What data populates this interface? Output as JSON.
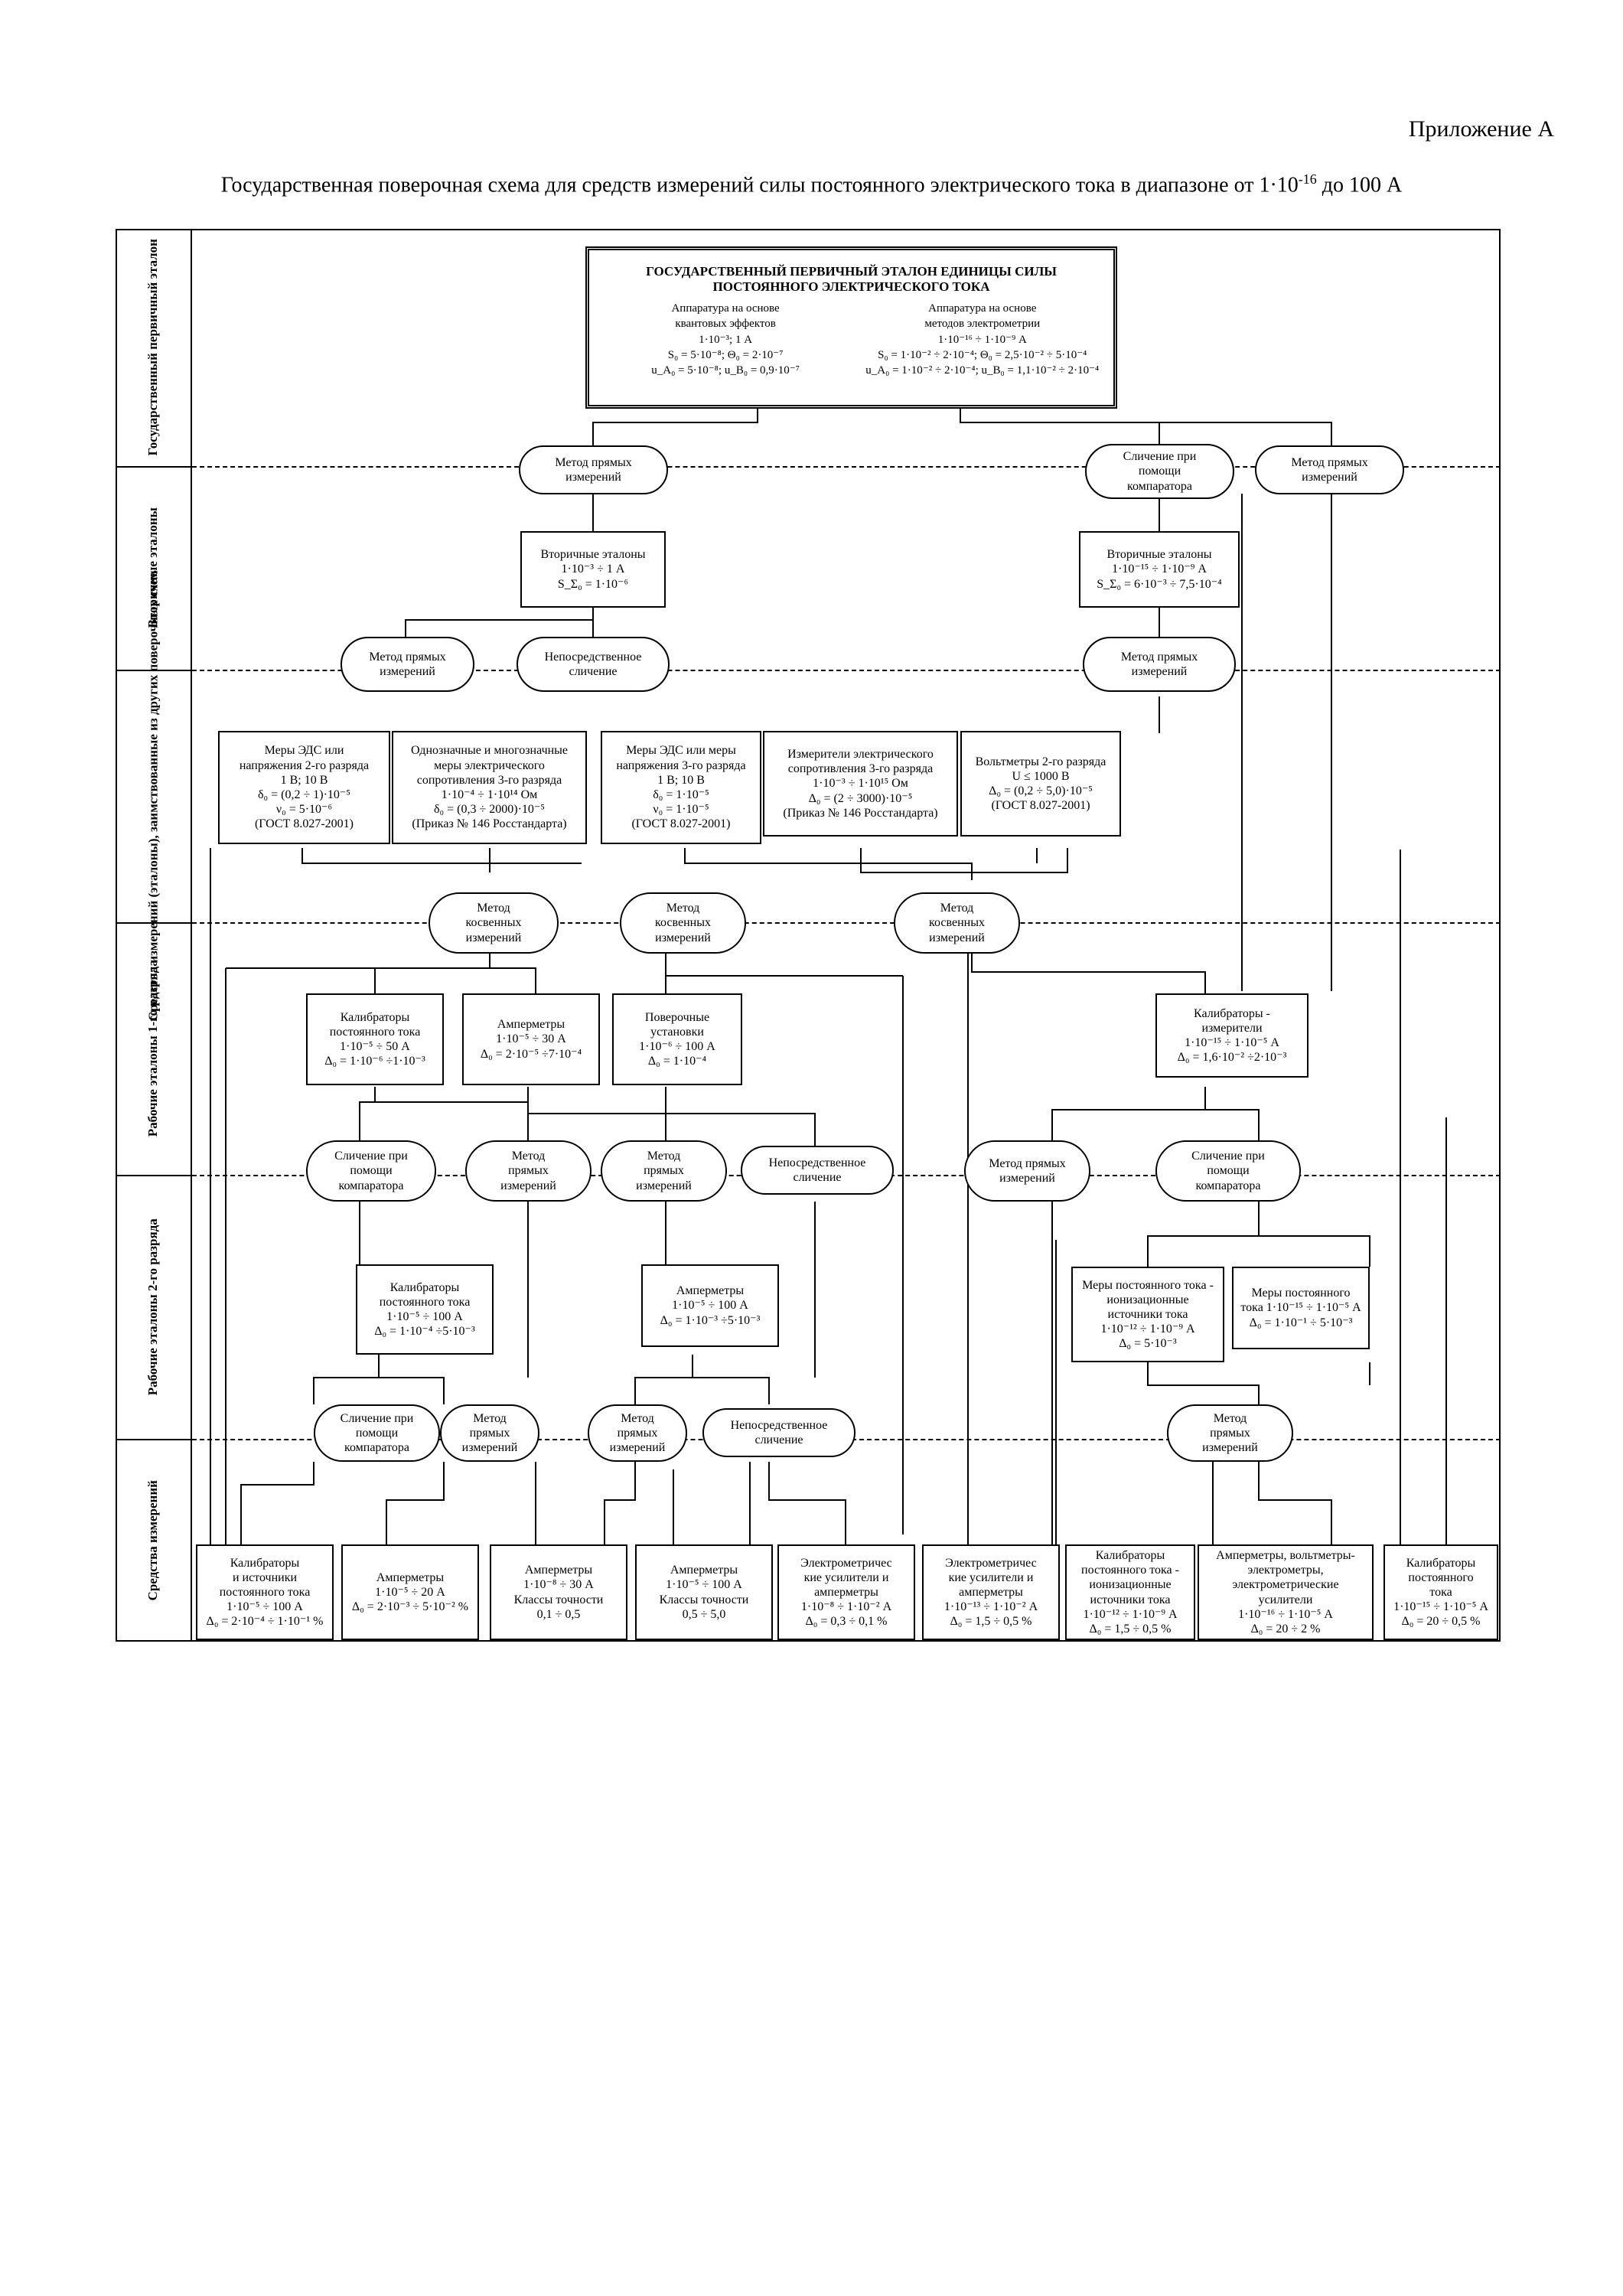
{
  "header": {
    "appendix": "Приложение А",
    "title_main": "Государственная поверочная схема для средств измерений силы постоянного электрического тока в диапазоне от 1·10",
    "title_exp": "-16",
    "title_tail": " до 100 А"
  },
  "bands": [
    {
      "label": "Государственный первичный\nэталон"
    },
    {
      "label": "Вторичные эталоны"
    },
    {
      "label": "Средства измерений (эталоны),\nзаимствованные из других\nповерочных схем"
    },
    {
      "label": "Рабочие эталоны 1-го разряда"
    },
    {
      "label": "Рабочие эталоны 2-го разряда"
    },
    {
      "label": "Средства измерений"
    }
  ],
  "primary": {
    "title": "ГОСУДАРСТВЕННЫЙ ПЕРВИЧНЫЙ ЭТАЛОН ЕДИНИЦЫ СИЛЫ\nПОСТОЯННОГО ЭЛЕКТРИЧЕСКОГО ТОКА",
    "left": "Аппаратура на основе\nквантовых эффектов\n1·10⁻³; 1 А\nS₀ = 5·10⁻⁸; Θ₀ = 2·10⁻⁷\nu_A₀ = 5·10⁻⁸; u_B₀ = 0,9·10⁻⁷",
    "right": "Аппаратура на основе\nметодов электрометрии\n1·10⁻¹⁶ ÷ 1·10⁻⁹ А\nS₀ = 1·10⁻² ÷ 2·10⁻⁴; Θ₀ = 2,5·10⁻² ÷ 5·10⁻⁴\nu_A₀ = 1·10⁻² ÷ 2·10⁻⁴; u_B₀ = 1,1·10⁻² ÷ 2·10⁻⁴"
  },
  "methods": {
    "m1": "Метод прямых\nизмерений",
    "m2": "Сличение при\nпомощи\nкомпаратора",
    "m3": "Метод прямых\nизмерений",
    "m4": "Метод прямых\nизмерений",
    "m5": "Непосредственное\nсличение",
    "m6": "Метод прямых\nизмерений",
    "m7": "Метод\nкосвенных\nизмерений",
    "m8": "Метод\nкосвенных\nизмерений",
    "m9": "Метод\nкосвенных\nизмерений",
    "m10": "Сличение при\nпомощи\nкомпаратора",
    "m11": "Метод\nпрямых\nизмерений",
    "m12": "Метод\nпрямых\nизмерений",
    "m13": "Непосредственное\nсличение",
    "m14": "Метод прямых\nизмерений",
    "m15": "Сличение при\nпомощи\nкомпаратора",
    "m16": "Сличение при\nпомощи\nкомпаратора",
    "m17": "Метод\nпрямых\nизмерений",
    "m18": "Метод\nпрямых\nизмерений",
    "m19": "Непосредственное\nсличение",
    "m20": "Метод\nпрямых\nизмерений"
  },
  "boxes": {
    "sec1": "Вторичные эталоны\n1·10⁻³ ÷ 1 А\nS_Σ₀ = 1·10⁻⁶",
    "sec2": "Вторичные эталоны\n1·10⁻¹⁵ ÷ 1·10⁻⁹ А\nS_Σ₀ = 6·10⁻³ ÷ 7,5·10⁻⁴",
    "b1": "Меры ЭДС или\nнапряжения 2-го разряда\n1 В; 10 В\nδ₀ = (0,2 ÷ 1)·10⁻⁵\nν₀ = 5·10⁻⁶\n(ГОСТ 8.027-2001)",
    "b2": "Однозначные и многозначные\nмеры электрического\nсопротивления 3-го разряда\n1·10⁻⁴ ÷ 1·10¹⁴ Ом\nδ₀ = (0,3 ÷ 2000)·10⁻⁵\n(Приказ № 146 Росстандарта)",
    "b3": "Меры ЭДС или меры\nнапряжения 3-го разряда\n1 В; 10 В\nδ₀ = 1·10⁻⁵\nν₀ = 1·10⁻⁵\n(ГОСТ 8.027-2001)",
    "b4": "Измерители электрического\nсопротивления 3-го разряда\n1·10⁻³ ÷ 1·10¹⁵ Ом\nΔ₀ = (2 ÷ 3000)·10⁻⁵\n(Приказ № 146 Росстандарта)",
    "b5": "Вольтметры 2-го разряда\nU ≤ 1000 В\nΔ₀ = (0,2 ÷ 5,0)·10⁻⁵\n(ГОСТ 8.027-2001)",
    "w1a": "Калибраторы\nпостоянного тока\n1·10⁻⁵ ÷ 50 А\nΔ₀ = 1·10⁻⁶ ÷1·10⁻³",
    "w1b": "Амперметры\n1·10⁻⁵ ÷ 30 А\nΔ₀ = 2·10⁻⁵ ÷7·10⁻⁴",
    "w1c": "Поверочные\nустановки\n1·10⁻⁶ ÷ 100 А\nΔ₀ = 1·10⁻⁴",
    "w1d": "Калибраторы -\nизмерители\n1·10⁻¹⁵ ÷ 1·10⁻⁵ А\nΔ₀ = 1,6·10⁻² ÷2·10⁻³",
    "w2a": "Калибраторы\nпостоянного тока\n1·10⁻⁵ ÷ 100 А\nΔ₀ = 1·10⁻⁴ ÷5·10⁻³",
    "w2b": "Амперметры\n1·10⁻⁵ ÷ 100 А\nΔ₀ = 1·10⁻³ ÷5·10⁻³",
    "w2c": "Меры постоянного тока -\nионизационные\nисточники тока\n1·10⁻¹² ÷ 1·10⁻⁹ А\nΔ₀ = 5·10⁻³",
    "w2d": "Меры постоянного\nтока 1·10⁻¹⁵ ÷ 1·10⁻⁵ А\nΔ₀ = 1·10⁻¹ ÷ 5·10⁻³",
    "s1": "Калибраторы\nи источники\nпостоянного тока\n1·10⁻⁵ ÷ 100 А\nΔ₀ = 2·10⁻⁴ ÷ 1·10⁻¹ %",
    "s2": "Амперметры\n1·10⁻⁵ ÷ 20 А\nΔ₀ = 2·10⁻³ ÷ 5·10⁻² %",
    "s3": "Амперметры\n1·10⁻⁸ ÷ 30 А\nКлассы точности\n0,1 ÷ 0,5",
    "s4": "Амперметры\n1·10⁻⁵ ÷ 100 А\nКлассы точности\n0,5 ÷ 5,0",
    "s5": "Электрометричес\nкие усилители и\nамперметры\n1·10⁻⁸ ÷ 1·10⁻² А\nΔ₀ = 0,3 ÷ 0,1 %",
    "s6": "Электрометричес\nкие усилители и\nамперметры\n1·10⁻¹³ ÷ 1·10⁻² А\nΔ₀ = 1,5 ÷ 0,5 %",
    "s7": "Калибраторы\nпостоянного тока -\nионизационные\nисточники тока\n1·10⁻¹² ÷ 1·10⁻⁹ А\nΔ₀ = 1,5 ÷ 0,5 %",
    "s8": "Амперметры, вольтметры-\nэлектрометры,\nэлектрометрические\nусилители\n1·10⁻¹⁶ ÷ 1·10⁻⁵ А\nΔ₀ = 20 ÷ 2 %",
    "s9": "Калибраторы\nпостоянного\nтока\n1·10⁻¹⁵ ÷ 1·10⁻⁵ А\nΔ₀ = 20 ÷ 0,5 %"
  }
}
